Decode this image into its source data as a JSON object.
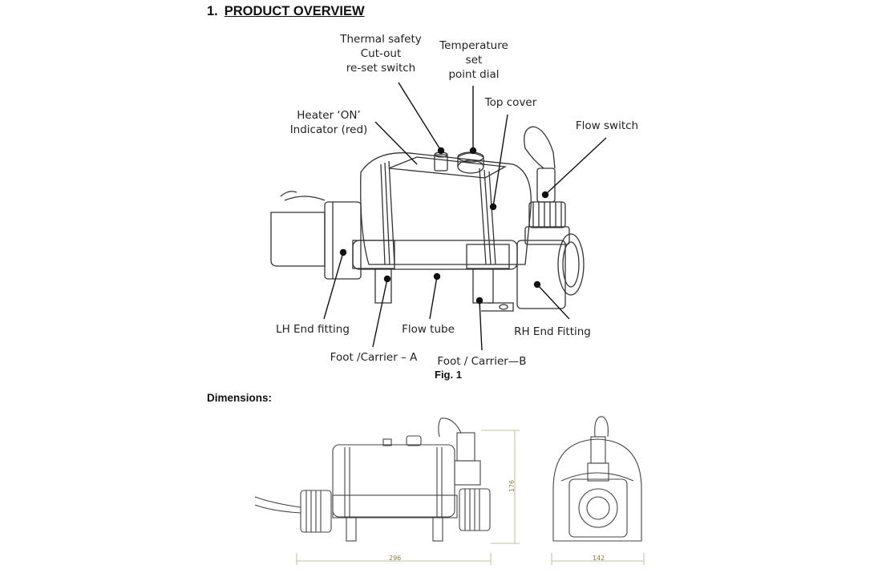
{
  "heading": {
    "number": "1.",
    "title": "PRODUCT OVERVIEW"
  },
  "labels": {
    "thermal": "Thermal safety\nCut-out\nre-set switch",
    "temperature": "Temperature\nset\npoint dial",
    "top_cover": "Top cover",
    "heater_on": "Heater ‘ON’\nIndicator (red)",
    "flow_switch": "Flow switch",
    "lh_end": "LH End fitting",
    "flow_tube": "Flow tube",
    "rh_end": "RH End Fitting",
    "foot_a": "Foot /Carrier – A",
    "foot_b": "Foot / Carrier—B"
  },
  "figure_caption": "Fig. 1",
  "dimensions": {
    "heading": "Dimensions:",
    "width_value": "296",
    "height_value": "176",
    "depth_value": "142"
  }
}
